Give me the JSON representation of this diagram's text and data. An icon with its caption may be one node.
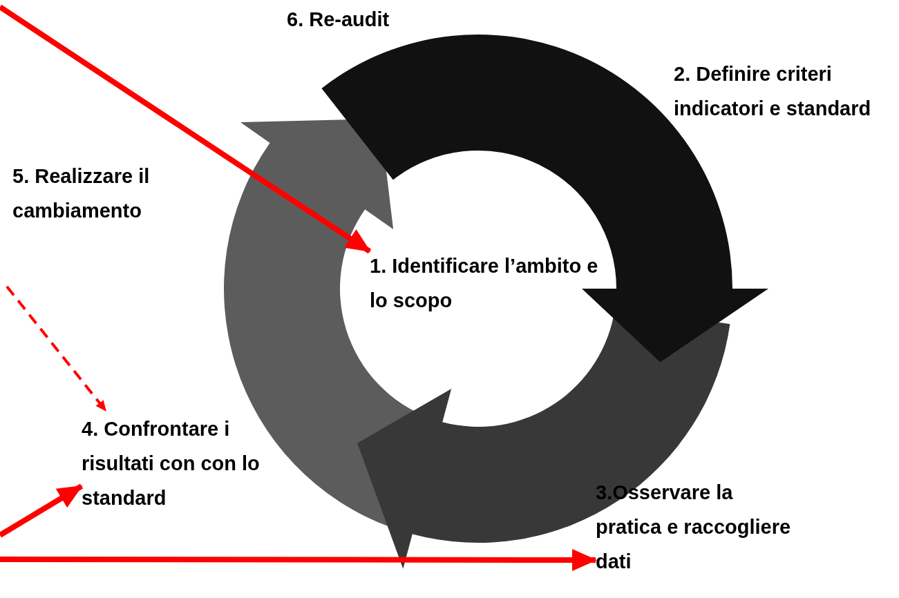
{
  "diagram": {
    "nodes": [
      {
        "text": [
          "1. Identificare l’ambito e lo scopo"
        ]
      },
      {
        "text": [
          "4. Confrontare i risultati con con lo standard"
        ]
      },
      {
        "text": [
          "3.Osservare la pratica e raccogliere dati"
        ]
      }
    ],
    "edges": [
      {
        "from": null,
        "to": 0,
        "arrow": "to"
      },
      {
        "from": null,
        "to": 1,
        "arrow": "to",
        "style": "dashed"
      },
      {
        "from": null,
        "to": 1,
        "arrow": "to"
      },
      {
        "from": null,
        "to": 2,
        "arrow": "to"
      }
    ],
    "labels": [
      "6. Re-audit",
      "2. Definire criteri indicatori e standard",
      "5. Realizzare il cambiamento"
    ]
  }
}
